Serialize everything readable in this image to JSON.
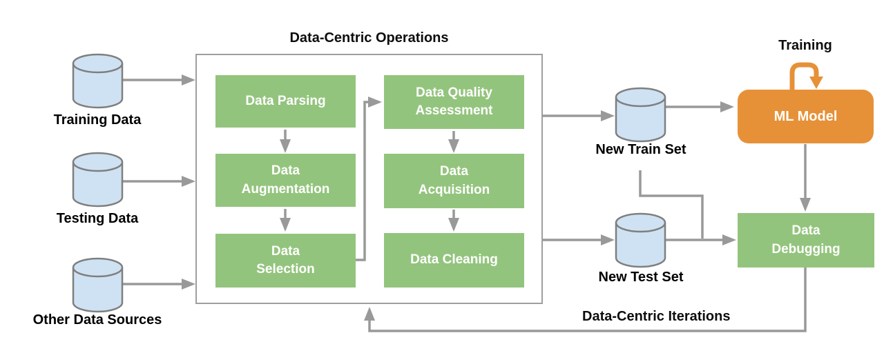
{
  "diagram_title": "Data-Centric Operations",
  "iterations_label": "Data-Centric Iterations",
  "sources": [
    {
      "label": "Training Data"
    },
    {
      "label": "Testing Data"
    },
    {
      "label": "Other Data Sources"
    }
  ],
  "operations": [
    {
      "label": "Data Parsing"
    },
    {
      "label": "Data\nAugmentation"
    },
    {
      "label": "Data\nSelection"
    },
    {
      "label": "Data Quality\nAssessment"
    },
    {
      "label": "Data\nAcquisition"
    },
    {
      "label": "Data Cleaning"
    }
  ],
  "datasets": [
    {
      "label": "New Train Set"
    },
    {
      "label": "New Test Set"
    }
  ],
  "ml_model": {
    "label": "ML Model",
    "training_label": "Training"
  },
  "data_debugging": {
    "label": "Data\nDebugging"
  },
  "colors": {
    "operation_box": "#93C47D",
    "model_box": "#E69138",
    "cylinder_fill": "#CFE2F3",
    "cylinder_stroke": "#7F7F7F",
    "connector": "#999999",
    "frame_border": "#9E9E9E",
    "box_text": "#FFFFFF",
    "label_text": "#000000"
  }
}
